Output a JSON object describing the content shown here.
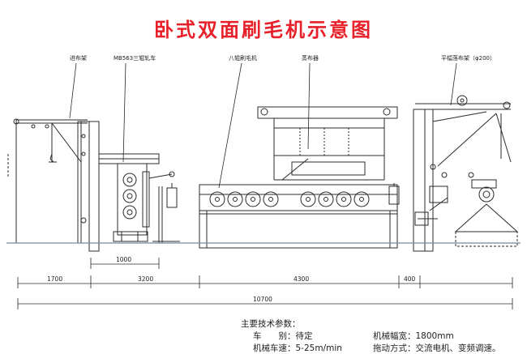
{
  "title": "卧式双面刷毛机示意图",
  "labels": {
    "cloth_feeder": "进布架",
    "calender": "MB563三辊轧车",
    "brush_machine": "八辊刷毛机",
    "steamer": "蒸布器",
    "folder": "平幅落布架（φ200）"
  },
  "dimensions": {
    "d1000": "1000",
    "d1700": "1700",
    "d3200": "3200",
    "d4300": "4300",
    "d400": "400",
    "d10700": "10700"
  },
  "specs": {
    "heading": "主要技术参数：",
    "vehicle": "车　　别：待定",
    "width": "机械幅宽：1800mm",
    "speed": "机械车速：5-25m/min",
    "drive": "拖动方式：交流电机、变频调速。"
  },
  "colors": {
    "title": "#e8202a",
    "line": "#2b2b2b",
    "rail": "#7a8896"
  }
}
